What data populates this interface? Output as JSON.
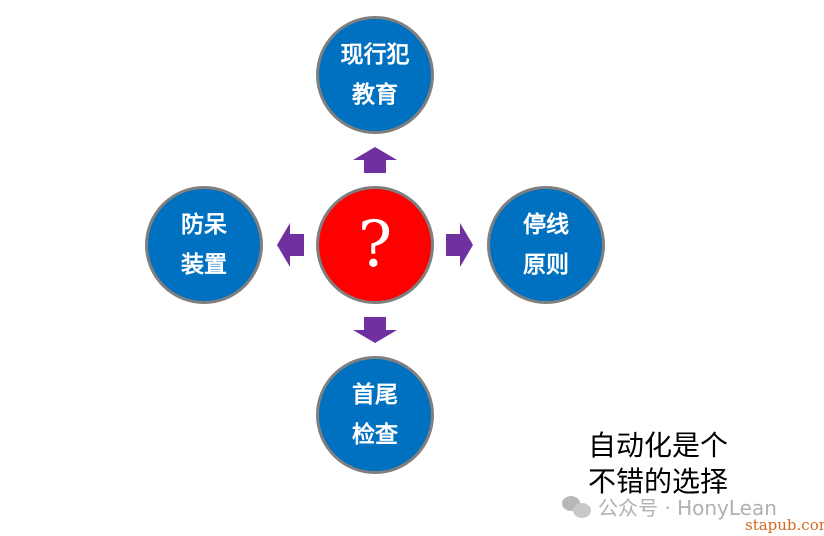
{
  "center": {
    "label": "?",
    "color": "#ff0000"
  },
  "nodes": {
    "top": {
      "line1": "现行犯",
      "line2": "教育"
    },
    "left": {
      "line1": "防呆",
      "line2": "装置"
    },
    "right": {
      "line1": "停线",
      "line2": "原则"
    },
    "bottom": {
      "line1": "首尾",
      "line2": "检查"
    }
  },
  "node_color": "#0070c0",
  "arrow_color": "#7030a0",
  "note": {
    "line1": "自动化是个",
    "line2": "不错的选择"
  },
  "watermark": {
    "text": "公众号 · HonyLean",
    "site": "stapub.com"
  }
}
